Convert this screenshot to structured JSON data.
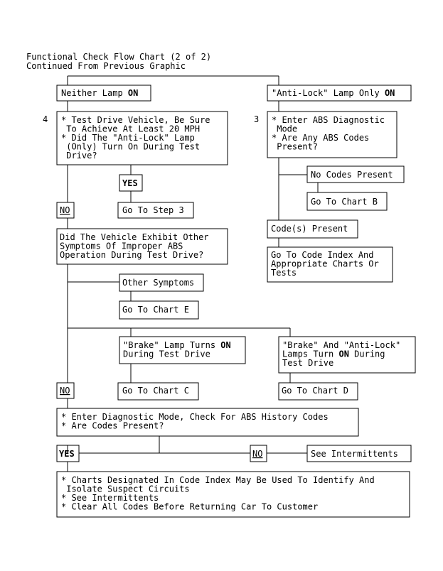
{
  "header": {
    "title": "Functional Check Flow Chart (2 of 2)",
    "subtitle": "Continued From Previous Graphic"
  },
  "nodes": {
    "neither_lamp": [
      {
        "t": "Neither Lamp "
      },
      {
        "t": "ON",
        "b": true
      }
    ],
    "antilock_only": [
      {
        "t": "\"Anti-Lock\" Lamp Only "
      },
      {
        "t": "ON",
        "b": true
      }
    ],
    "step4_number": "4",
    "step3_number": "3",
    "test_drive": [
      "* Test Drive Vehicle, Be Sure",
      "  To Achieve At Least 20 MPH",
      "* Did The \"Anti-Lock\" Lamp",
      "  (Only) Turn On During Test",
      "  Drive?"
    ],
    "enter_abs_mode": [
      "* Enter ABS Diagnostic",
      "  Mode",
      "* Are Any ABS Codes",
      "  Present?"
    ],
    "yes_1": "YES",
    "no_1": "NO",
    "goto_step3": "Go To Step 3",
    "no_codes": "No Codes Present",
    "goto_chart_b": "Go To Chart B",
    "codes_present": "Code(s) Present",
    "goto_code_index": [
      "Go To Code Index And",
      "Appropriate Charts Or",
      "Tests"
    ],
    "improper_abs": [
      "Did The Vehicle Exhibit Other",
      "Symptoms Of Improper ABS",
      "Operation During Test Drive?"
    ],
    "other_symptoms": "Other Symptoms",
    "goto_chart_e": "Go To Chart E",
    "brake_lamp": [
      [
        {
          "t": "\"Brake\" Lamp Turns "
        },
        {
          "t": "ON",
          "b": true
        }
      ],
      [
        {
          "t": "During Test Drive"
        }
      ]
    ],
    "brake_antilock": [
      [
        {
          "t": "\"Brake\" And \"Anti-Lock\""
        }
      ],
      [
        {
          "t": "Lamps Turn "
        },
        {
          "t": "ON",
          "b": true
        },
        {
          "t": " During"
        }
      ],
      [
        {
          "t": "Test Drive"
        }
      ]
    ],
    "no_2": "NO",
    "goto_chart_c": "Go To Chart C",
    "goto_chart_d": "Go To Chart D",
    "history_codes": [
      "* Enter Diagnostic Mode, Check For ABS History Codes",
      "* Are Codes Present?"
    ],
    "yes_2": "YES",
    "no_3": "NO",
    "see_intermittents": "See Intermittents",
    "final_steps": [
      "* Charts Designated In Code Index May Be Used To Identify And",
      "  Isolate Suspect Circuits",
      "* See Intermittents",
      "* Clear All Codes Before Returning Car To Customer"
    ]
  }
}
